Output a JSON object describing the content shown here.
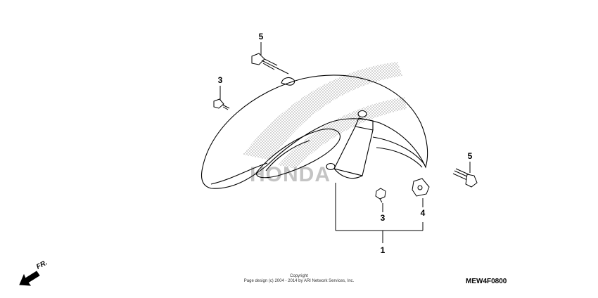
{
  "callouts": {
    "c1": "1",
    "c3_left": "3",
    "c3_bottom": "3",
    "c4": "4",
    "c5_top": "5",
    "c5_right": "5"
  },
  "direction": {
    "label": "FR.",
    "icon": "front-direction-arrow-icon"
  },
  "copyright": {
    "line1": "Copyright",
    "line2": "Page design (c) 2004 - 2014 by ARI Network Services, Inc."
  },
  "diagram_code": "MEW4F0800",
  "watermark": {
    "text": "HONDA",
    "color": "#c8c8c8"
  },
  "colors": {
    "line": "#000000",
    "background": "#ffffff"
  }
}
